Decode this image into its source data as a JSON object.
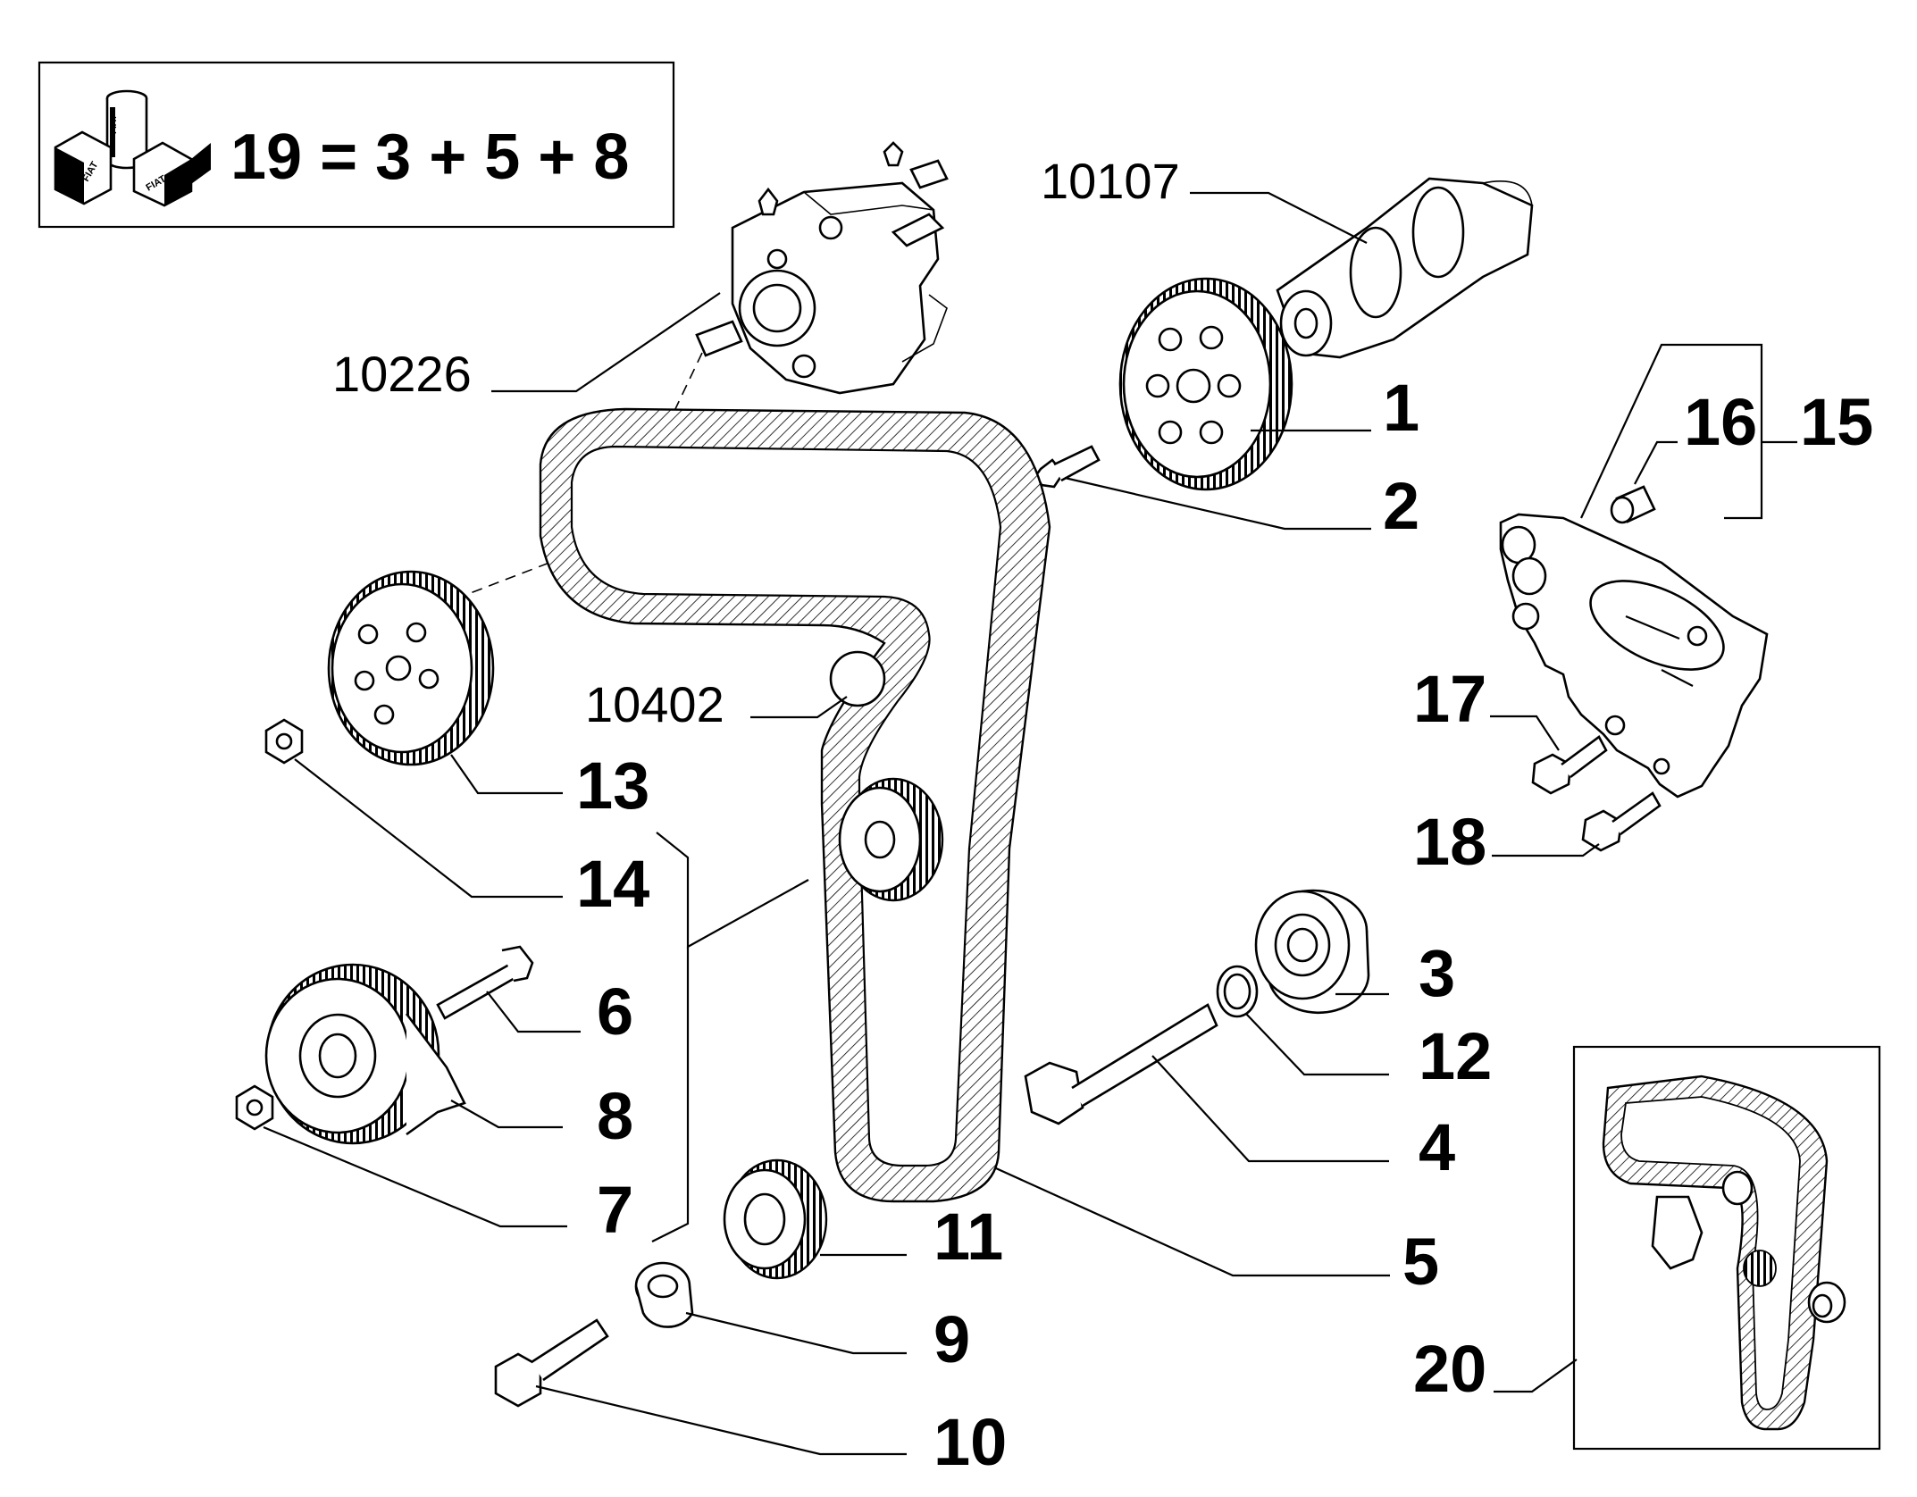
{
  "kit_box": {
    "formula": "19 = 3 + 5 + 8",
    "logo_text": [
      "FIAT",
      "FIAT",
      "FIAT"
    ],
    "logo_icon": "kit-parts-icon"
  },
  "reference_labels": {
    "fuel_pump": "10226",
    "camshaft": "10107",
    "crank_pulley": "10402"
  },
  "part_labels": {
    "p1": "1",
    "p2": "2",
    "p3": "3",
    "p4": "4",
    "p5": "5",
    "p6": "6",
    "p7": "7",
    "p8": "8",
    "p9": "9",
    "p10": "10",
    "p11": "11",
    "p12": "12",
    "p13": "13",
    "p14": "14",
    "p15": "15",
    "p16": "16",
    "p17": "17",
    "p18": "18",
    "p20": "20"
  },
  "colors": {
    "line": "#000000",
    "background": "#ffffff"
  }
}
